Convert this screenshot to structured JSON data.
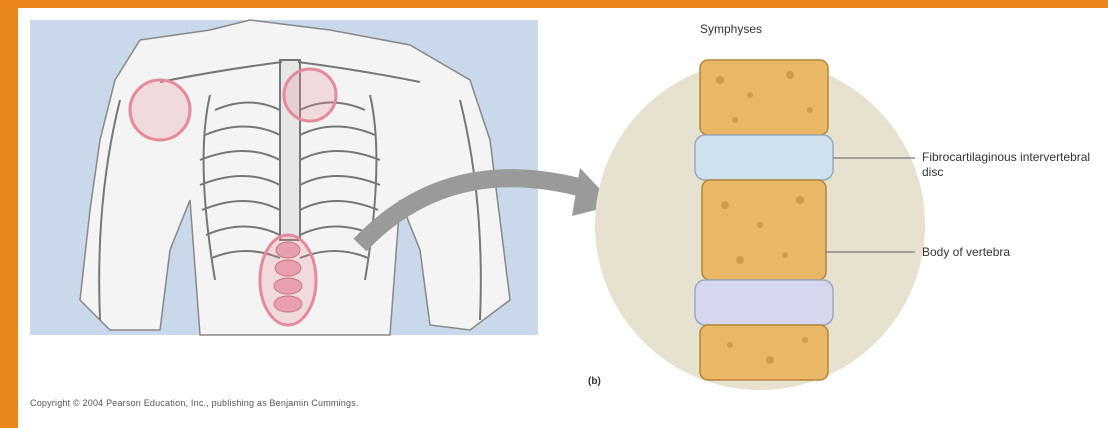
{
  "diagram": {
    "title": "Symphyses",
    "labels": {
      "disc": "Fibrocartilaginous intervertebral disc",
      "body": "Body of vertebra"
    },
    "figure_number": "(b)",
    "copyright": "Copyright © 2004 Pearson Education, Inc., publishing as Benjamin Cummings.",
    "colors": {
      "border": "#e8861a",
      "panel_bg": "#c9d8ea",
      "bone": "#e9b866",
      "disc": "#cfe0ee",
      "highlight": "#e58a9b"
    }
  }
}
